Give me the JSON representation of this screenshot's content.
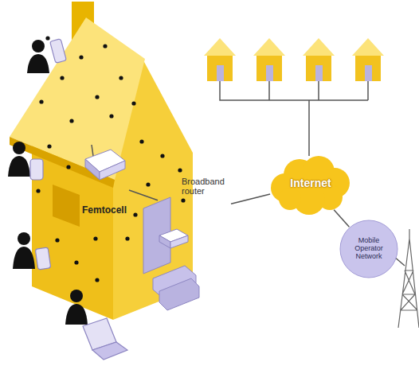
{
  "diagram": {
    "nodes": [
      {
        "text": [
          "Femtocell"
        ]
      },
      {
        "text": [
          "Broadband router"
        ]
      },
      {
        "text": [
          "Internet"
        ]
      },
      {
        "text": [
          "Mobile Operator Network"
        ]
      }
    ],
    "edges": [
      {
        "from": 0,
        "to": 1,
        "arrow": "none"
      },
      {
        "from": 1,
        "to": 2,
        "arrow": "none"
      },
      {
        "from": 2,
        "to": 3,
        "arrow": "none"
      }
    ]
  }
}
